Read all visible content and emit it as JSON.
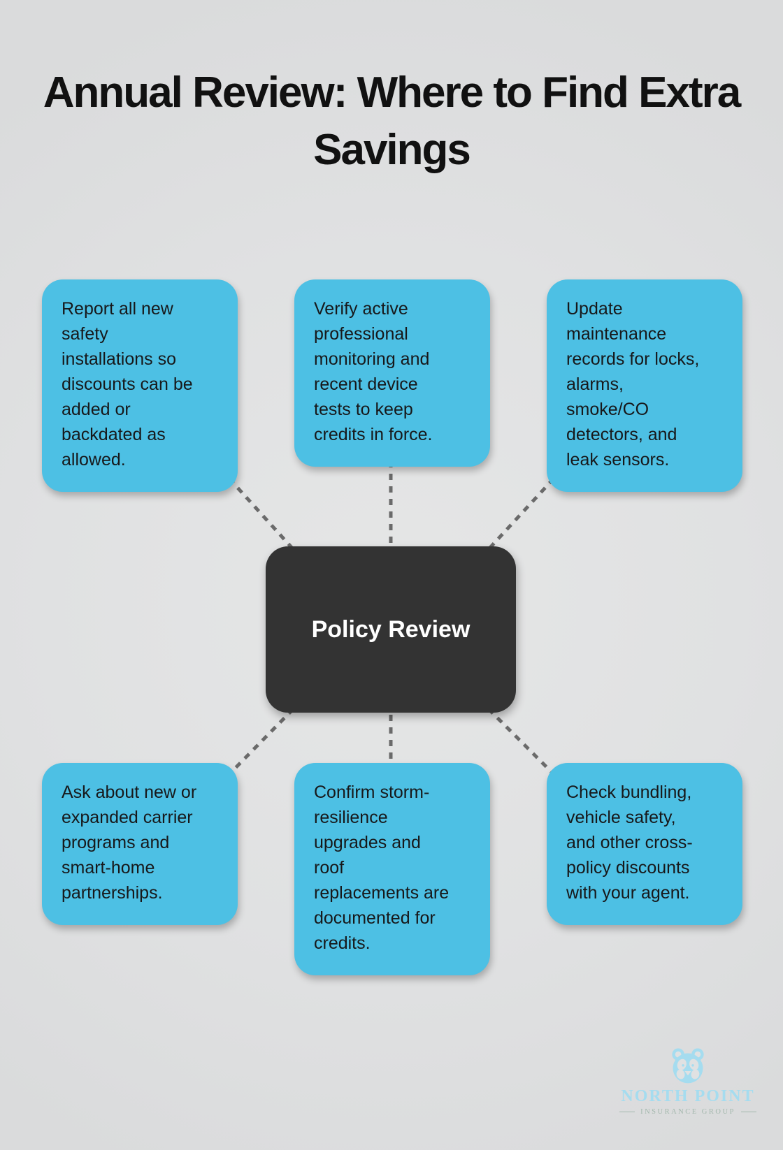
{
  "title": "Annual Review: Where to Find Extra Savings",
  "center": {
    "label": "Policy Review"
  },
  "nodes": [
    {
      "id": "top-left",
      "text": "Report all new\nsafety\ninstallations so\ndiscounts can be\nadded or\nbackdated as\nallowed."
    },
    {
      "id": "top-middle",
      "text": "Verify active\nprofessional\nmonitoring and\nrecent device\ntests to keep\ncredits in force."
    },
    {
      "id": "top-right",
      "text": "Update\nmaintenance\nrecords for locks,\nalarms,\nsmoke/CO\ndetectors, and\nleak sensors."
    },
    {
      "id": "bottom-left",
      "text": "Ask about new or\nexpanded carrier\nprograms and\nsmart-home\npartnerships."
    },
    {
      "id": "bottom-middle",
      "text": "Confirm storm-\nresilience\nupgrades and\nroof\nreplacements are\ndocumented for\ncredits."
    },
    {
      "id": "bottom-right",
      "text": "Check bundling,\nvehicle safety,\nand other cross-\npolicy discounts\nwith your agent."
    }
  ],
  "logo": {
    "name": "NORTH POINT",
    "tagline": "INSURANCE GROUP"
  },
  "colors": {
    "background": "#E0E1E2",
    "node_fill": "#4DC0E4",
    "node_text": "#17181A",
    "center_fill": "#333333",
    "center_text": "#FFFFFF",
    "connector": "#6A6A6A",
    "title_text": "#111111",
    "logo_blue": "#A5DCEF",
    "logo_tagline": "#A3B8AD"
  }
}
